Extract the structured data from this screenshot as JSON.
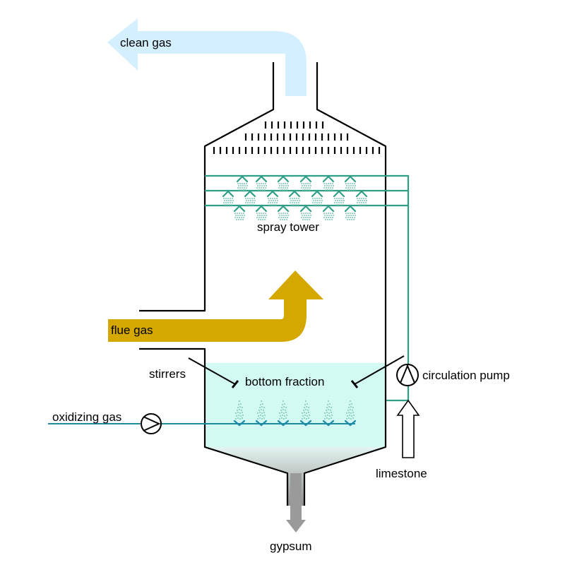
{
  "labels": {
    "clean_gas": "clean gas",
    "spray_tower": "spray tower",
    "flue_gas": "flue gas",
    "stirrers": "stirrers",
    "bottom_fraction": "bottom fraction",
    "circulation_pump": "circulation pump",
    "oxidizing_gas": "oxidizing gas",
    "limestone": "limestone",
    "gypsum": "gypsum"
  },
  "colors": {
    "outline": "#000000",
    "clean_gas_arrow": "#d4efff",
    "flue_gas_arrow": "#d4a800",
    "slurry": "#d2faf2",
    "spray_pipe": "#2e9e86",
    "spray_droplet": "#7cc8b4",
    "oxidizing_pipe": "#1e8aa6",
    "gypsum_outlet": "#9a9a9a",
    "limestone_arrow": "#ffffff"
  }
}
